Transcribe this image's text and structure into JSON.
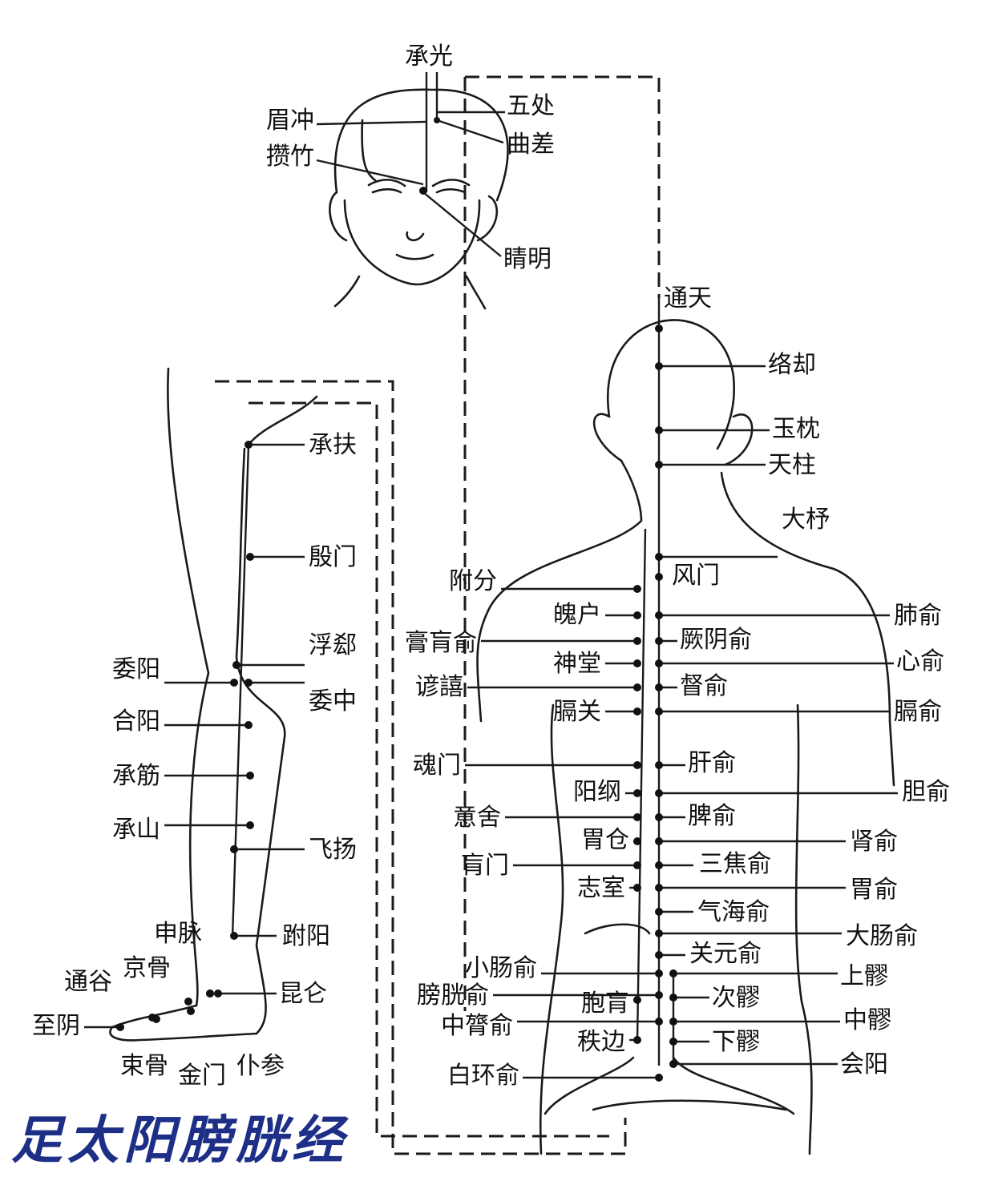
{
  "title": "足太阳膀胱经",
  "colors": {
    "ink": "#111111",
    "title": "#1d2f86"
  },
  "head_labels": [
    "承光",
    "五处",
    "眉冲",
    "曲差",
    "攒竹",
    "睛明"
  ],
  "back_labels": [
    "通天",
    "络却",
    "玉枕",
    "天柱",
    "大杼",
    "风门",
    "附分",
    "魄户",
    "肺俞",
    "膏肓俞",
    "厥阴俞",
    "神堂",
    "心俞",
    "谚譆",
    "督俞",
    "膈关",
    "膈俞",
    "魂门",
    "肝俞",
    "胆俞",
    "阳纲",
    "意舍",
    "脾俞",
    "胃仓",
    "肓门",
    "肾俞",
    "三焦俞",
    "志室",
    "胃俞",
    "气海俞",
    "大肠俞",
    "关元俞",
    "小肠俞",
    "上髎",
    "膀胱俞",
    "胞肓",
    "次髎",
    "中膂俞",
    "中髎",
    "秩边",
    "下髎",
    "白环俞",
    "会阳"
  ],
  "leg_labels": [
    "承扶",
    "殷门",
    "浮郄",
    "委阳",
    "委中",
    "合阳",
    "承筋",
    "承山",
    "飞扬",
    "申脉",
    "跗阳",
    "京骨",
    "通谷",
    "昆仑",
    "至阴",
    "束骨",
    "金门",
    "仆参"
  ]
}
